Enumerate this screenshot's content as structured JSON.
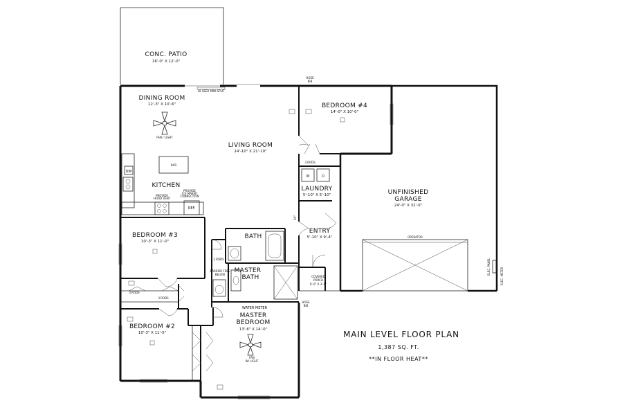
{
  "rooms": {
    "patio": {
      "name": "CONC. PATIO",
      "dims": "16'-0\" X 12'-0\""
    },
    "dining": {
      "name": "DINING ROOM",
      "dims": "12'-3\" X 10'-6\"",
      "fixture": "FAN / LIGHT"
    },
    "living": {
      "name": "LIVING ROOM",
      "dims": "14'-10\" X 21'-10\""
    },
    "kitchen": {
      "name": "KITCHEN"
    },
    "bedroom4": {
      "name": "BEDROOM #4",
      "dims": "14'-0\" X 10'-0\""
    },
    "laundry": {
      "name": "LAUNDRY",
      "dims": "5'-10\" X 5'-10\""
    },
    "garage": {
      "name_line1": "UNFINISHED",
      "name_line2": "GARAGE",
      "dims": "24'-0\" X 32'-0\""
    },
    "bedroom3": {
      "name": "BEDROOM #3",
      "dims": "10'-3\" X 11'-0\""
    },
    "bath": {
      "name": "BATH"
    },
    "entry": {
      "name": "ENTRY",
      "dims": "5'-10\" X 9'-4\""
    },
    "master_bath": {
      "name_line1": "MASTER",
      "name_line2": "BATH"
    },
    "covered_porch": {
      "name_line1": "COVERED",
      "name_line2": "PORCH",
      "dims": "6'-0\" X 3'-0\""
    },
    "bedroom2": {
      "name": "BEDROOM #2",
      "dims": "10'-3\" X 11'-5\""
    },
    "master_bedroom": {
      "name_line1": "MASTER",
      "name_line2": "BEDROOM",
      "dims": "13'-6\" X 14'-0\"",
      "fixture_line1": "FAN",
      "fixture_line2": "W/ LIGHT"
    }
  },
  "annotations": {
    "mini_split": "18 SEER MINI-SPLIT",
    "hose_bib_top_line1": "HOSE",
    "hose_bib_top_line2": "BIB",
    "hose_bib_bottom_line1": "HOSE",
    "hose_bib_bottom_line2": "BIB",
    "water_meter": "WATER METER",
    "elec_meter": "ELEC. METER",
    "elec_panel": "ELEC. PANEL",
    "operator": "OPERATOR",
    "fridge": "REF.",
    "dishwasher": "DW",
    "washer": "W",
    "dryer": "D",
    "island": "BAR",
    "dim_30": "30\"",
    "provide_line1": "PROVIDE",
    "provide_line2": "ICE MAKER",
    "provide_line3": "CONNECTION",
    "provide_hood_line1": "PROVIDE",
    "provide_hood_line2": "HOOD VENT",
    "shelf_label": "3 RODS",
    "barrier_line1": "BARRIER FREE",
    "barrier_line2": "BELOW"
  },
  "title": {
    "main": "MAIN LEVEL FLOOR PLAN",
    "area": "1,387 SQ. FT.",
    "note": "**IN FLOOR HEAT**"
  }
}
